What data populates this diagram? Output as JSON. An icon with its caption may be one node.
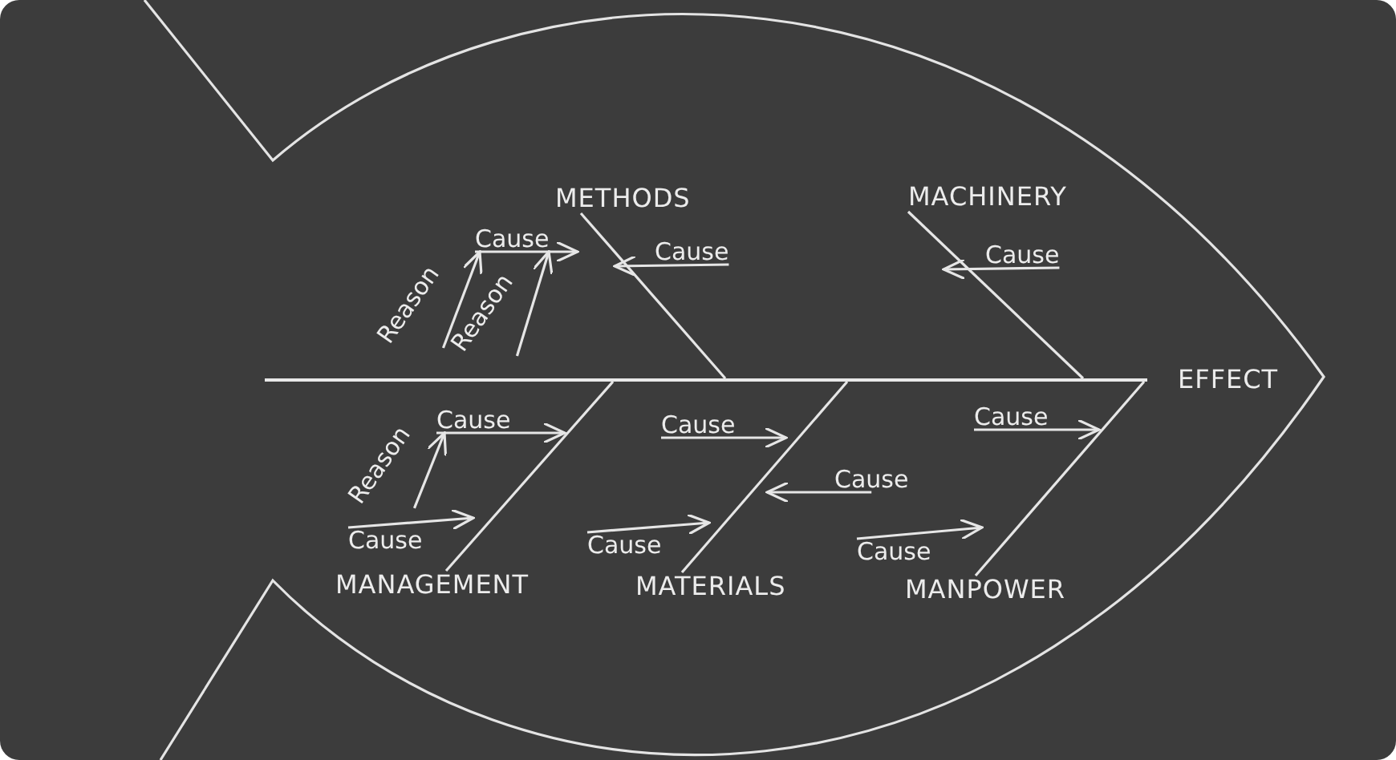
{
  "diagram": {
    "nodes": [
      {
        "text": [
          "METHODS"
        ]
      },
      {
        "text": [
          "Cause"
        ]
      },
      {
        "text": [
          "Cause"
        ]
      },
      {
        "text": [
          "Reason"
        ]
      },
      {
        "text": [
          "Reason"
        ]
      },
      {
        "text": [
          "MACHINERY"
        ]
      },
      {
        "text": [
          "Cause"
        ]
      },
      {
        "text": [],
        "shape": "bar"
      },
      {
        "text": [
          "EFFECT"
        ]
      },
      {
        "text": [
          "Cause"
        ]
      },
      {
        "text": [
          "Reason"
        ]
      },
      {
        "text": [
          "Cause"
        ]
      },
      {
        "text": [
          "MANAGEMENT"
        ]
      },
      {
        "text": [
          "Cause"
        ]
      },
      {
        "text": [
          "Cause"
        ]
      },
      {
        "text": [
          "Cause"
        ]
      },
      {
        "text": [
          "MATERIALS"
        ]
      },
      {
        "text": [
          "Cause"
        ]
      },
      {
        "text": [
          "Cause"
        ]
      },
      {
        "text": [
          "MANPOWER"
        ]
      }
    ],
    "edges": [
      {
        "from": 0,
        "to": 7,
        "arrow": "none"
      },
      {
        "from": 5,
        "to": 7,
        "arrow": "none"
      },
      {
        "from": 12,
        "to": 7,
        "arrow": "none"
      },
      {
        "from": 16,
        "to": 7,
        "arrow": "none"
      },
      {
        "from": 19,
        "to": 7,
        "arrow": "none"
      },
      {
        "from": 1,
        "to": null,
        "arrow": "to"
      },
      {
        "from": 2,
        "to": null,
        "arrow": "to"
      },
      {
        "from": 3,
        "to": 1,
        "arrow": "to"
      },
      {
        "from": 4,
        "to": 1,
        "arrow": "to"
      },
      {
        "from": 6,
        "to": null,
        "arrow": "to"
      },
      {
        "from": 9,
        "to": null,
        "arrow": "to"
      },
      {
        "from": 10,
        "to": 9,
        "arrow": "to"
      },
      {
        "from": 11,
        "to": null,
        "arrow": "to"
      },
      {
        "from": 13,
        "to": null,
        "arrow": "to"
      },
      {
        "from": 14,
        "to": null,
        "arrow": "to"
      },
      {
        "from": 15,
        "to": null,
        "arrow": "to"
      },
      {
        "from": 17,
        "to": null,
        "arrow": "to"
      },
      {
        "from": 18,
        "to": null,
        "arrow": "to"
      }
    ]
  }
}
